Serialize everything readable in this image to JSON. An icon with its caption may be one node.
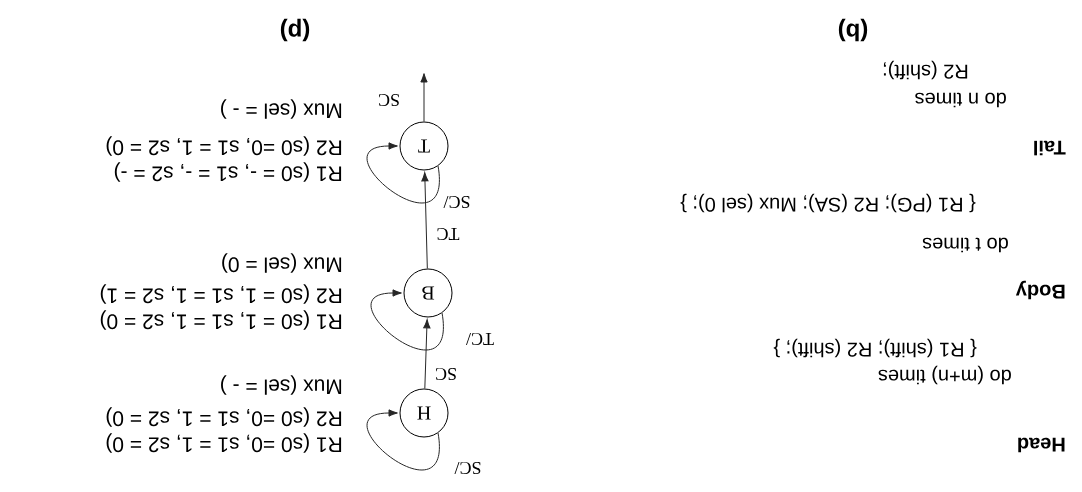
{
  "diagram": {
    "nodes": [
      {
        "text": [
          "H"
        ],
        "beside": [
          "R1 (s0 =0, s1 = 1, s2 = 0)",
          "R2 (s0 =0, s1 = 1, s2 = 0)",
          "Mux (sel = - )"
        ]
      },
      {
        "text": [
          "B"
        ],
        "beside": [
          "R1 (s0 = 1, s1 = 1, s2 = 0)",
          "R2 (s0 = 1, s1 = 1, s2 = 1)",
          "Mux (sel = 0)"
        ]
      },
      {
        "text": [
          "T"
        ],
        "beside": [
          "R1 (s0 = -, s1 = -, s2 = -)",
          "R2 (s0 =0, s1 = 1, s2 = 0)",
          "Mux (sel = - )"
        ]
      }
    ],
    "edges": [
      {
        "from": 0,
        "to": 0,
        "arrow": "to",
        "label": "SC/"
      },
      {
        "from": 0,
        "to": 1,
        "arrow": "to",
        "label": "SC"
      },
      {
        "from": 1,
        "to": 1,
        "arrow": "to",
        "label": "TC/"
      },
      {
        "from": 1,
        "to": 2,
        "arrow": "to",
        "label": "TC"
      },
      {
        "from": 2,
        "to": 2,
        "arrow": "to",
        "label": "SC/"
      },
      {
        "from": 2,
        "to": null,
        "arrow": "to",
        "label": "SC"
      }
    ],
    "labels": [
      "Head",
      "do (m+n) times",
      "{ R1 (shift); R2 (shift); }",
      "Body",
      "do t times",
      "{ R1 (PG); R2 (SA); Mux (sel 0); }",
      "Tail",
      "do n times",
      "R2 (shift);",
      "(b)",
      "(p)"
    ]
  }
}
